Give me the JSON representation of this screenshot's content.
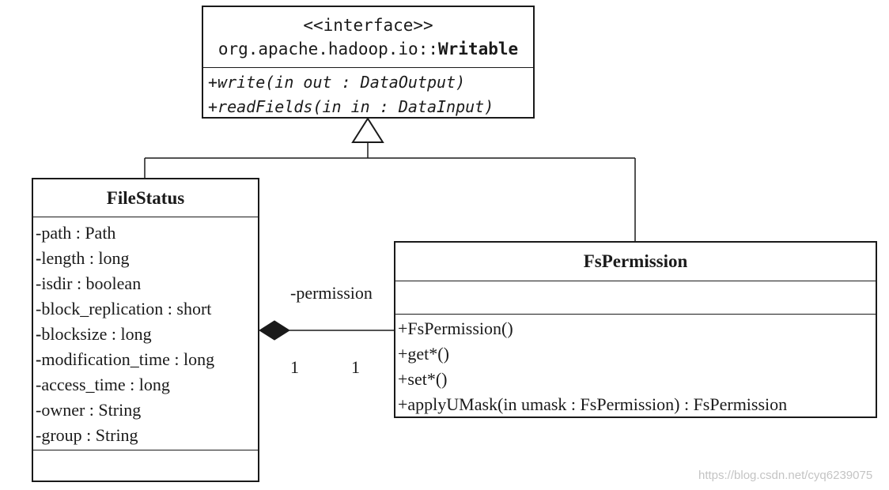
{
  "interface": {
    "stereotype": "<<interface>>",
    "package": "org.apache.hadoop.io::",
    "name": "Writable",
    "operations": [
      "+write(in out : DataOutput)",
      "+readFields(in in : DataInput)"
    ]
  },
  "file_status": {
    "name": "FileStatus",
    "attributes": [
      {
        "mark": "-",
        "text": "path : Path"
      },
      {
        "mark": "-",
        "text": "length : long"
      },
      {
        "mark": "-",
        "text": "isdir : boolean"
      },
      {
        "mark": "-",
        "text": "block_replication : short"
      },
      {
        "mark": "-",
        "text": "blocksize : long"
      },
      {
        "mark": "-",
        "text": "modification_time : long"
      },
      {
        "mark": "-",
        "text": "access_time : long"
      },
      {
        "mark": "-",
        "text": "owner : String"
      },
      {
        "mark": "-",
        "text": "group : String"
      }
    ]
  },
  "fs_permission": {
    "name": "FsPermission",
    "operations": [
      "+FsPermission()",
      "+get*()",
      "+set*()",
      "+applyUMask(in umask : FsPermission) : FsPermission"
    ]
  },
  "association": {
    "role": "-permission",
    "multiplicity_left": "1",
    "multiplicity_right": "1"
  },
  "watermark": "https://blog.csdn.net/cyq6239075"
}
